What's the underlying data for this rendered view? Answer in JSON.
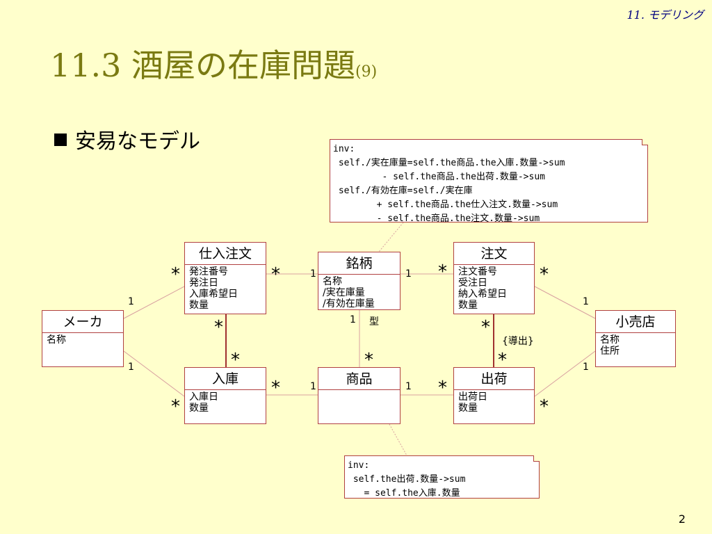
{
  "header": {
    "chapter": "11. モデリング"
  },
  "title": {
    "main": "11.3 酒屋の在庫問題",
    "suffix": "(9)"
  },
  "bullet": {
    "text": "安易なモデル"
  },
  "classes": {
    "maker": {
      "name": "メーカ",
      "attrs": [
        "名称"
      ]
    },
    "purchase": {
      "name": "仕入注文",
      "attrs": [
        "発注番号",
        "発注日",
        "入庫希望日",
        "数量"
      ]
    },
    "brand": {
      "name": "銘柄",
      "attrs": [
        "名称",
        "/実在庫量",
        "/有効在庫量"
      ]
    },
    "order": {
      "name": "注文",
      "attrs": [
        "注文番号",
        "受注日",
        "納入希望日",
        "数量"
      ]
    },
    "retailer": {
      "name": "小売店",
      "attrs": [
        "名称",
        "住所"
      ]
    },
    "receipt": {
      "name": "入庫",
      "attrs": [
        "入庫日",
        "数量"
      ]
    },
    "product": {
      "name": "商品",
      "attrs": []
    },
    "shipment": {
      "name": "出荷",
      "attrs": [
        "出荷日",
        "数量"
      ]
    }
  },
  "notes": {
    "top": [
      "inv:",
      " self./実在庫量=self.the商品.the入庫.数量->sum",
      "         - self.the商品.the出荷.数量->sum",
      " self./有効在庫=self./実在庫",
      "        + self.the商品.the仕入注文.数量->sum",
      "        - self.the商品.the注文.数量->sum"
    ],
    "bottom": [
      "inv:",
      " self.the出荷.数量->sum",
      "   = self.the入庫.数量"
    ]
  },
  "labels": {
    "one": "1",
    "many": "*",
    "type": "型",
    "derived": "{導出}"
  },
  "footer": {
    "page": "2"
  }
}
